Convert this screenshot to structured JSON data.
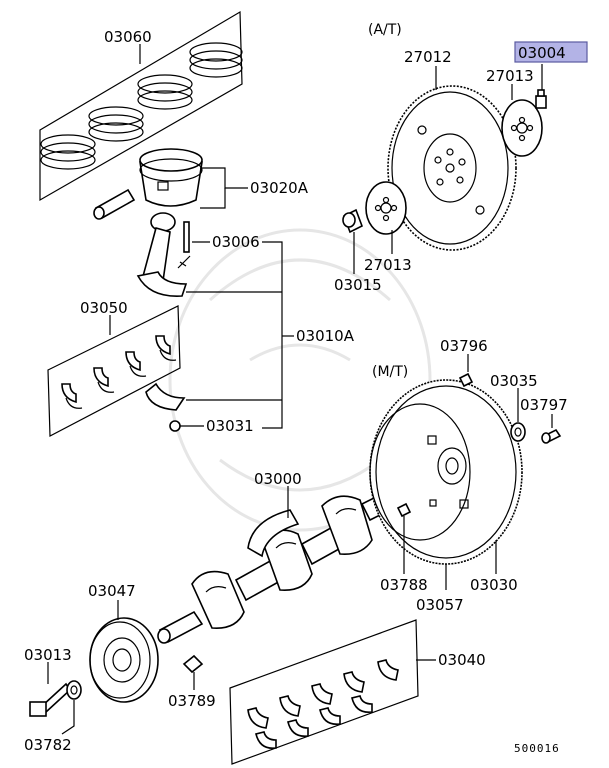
{
  "labels": {
    "p03060": "03060",
    "p03020A": "03020A",
    "p03006": "03006",
    "p03010A": "03010A",
    "p03050": "03050",
    "p03031": "03031",
    "p03000": "03000",
    "p03047": "03047",
    "p03013": "03013",
    "p03782": "03782",
    "p03789": "03789",
    "p03040": "03040",
    "p03788": "03788",
    "p03057": "03057",
    "p03030": "03030",
    "p03796": "03796",
    "p03035": "03035",
    "p03797": "03797",
    "p27012": "27012",
    "p27013a": "27013",
    "p27013b": "27013",
    "p03015": "03015",
    "p03004": "03004"
  },
  "sections": {
    "at": "(A/T)",
    "mt": "(M/T)"
  },
  "diagram_code": "500016",
  "colors": {
    "highlight_fill": "#b3b3e6",
    "highlight_stroke": "#5a5aa0"
  }
}
